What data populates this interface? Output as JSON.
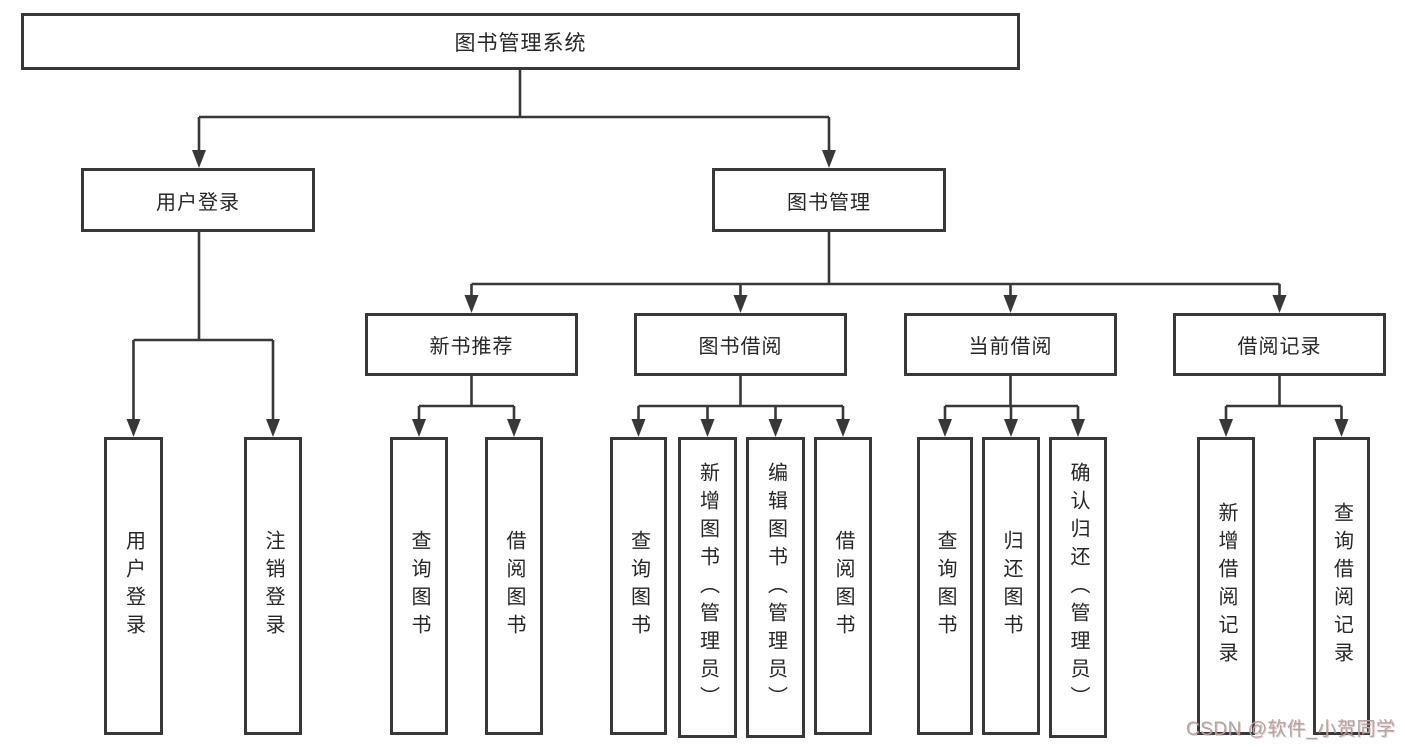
{
  "tree": {
    "root_label": "图书管理系统",
    "level2": [
      {
        "label": "用户登录",
        "leaves": [
          "用户登录",
          "注销登录"
        ]
      },
      {
        "label": "图书管理",
        "sections": [
          {
            "label": "新书推荐",
            "leaves": [
              "查询图书",
              "借阅图书"
            ]
          },
          {
            "label": "图书借阅",
            "leaves": [
              "查询图书",
              "新增图书（管理员）",
              "编辑图书（管理员）",
              "借阅图书"
            ]
          },
          {
            "label": "当前借阅",
            "leaves": [
              "查询图书",
              "归还图书",
              "确认归还（管理员）"
            ]
          },
          {
            "label": "借阅记录",
            "leaves": [
              "新增借阅记录",
              "查询借阅记录"
            ]
          }
        ]
      }
    ]
  },
  "watermark": {
    "text": "CSDN @软件_小贺同学"
  },
  "colors": {
    "line": "#383838",
    "box_border": "#383838",
    "text": "#262626",
    "background": "#ffffff",
    "watermark": "#a8a8a8"
  }
}
